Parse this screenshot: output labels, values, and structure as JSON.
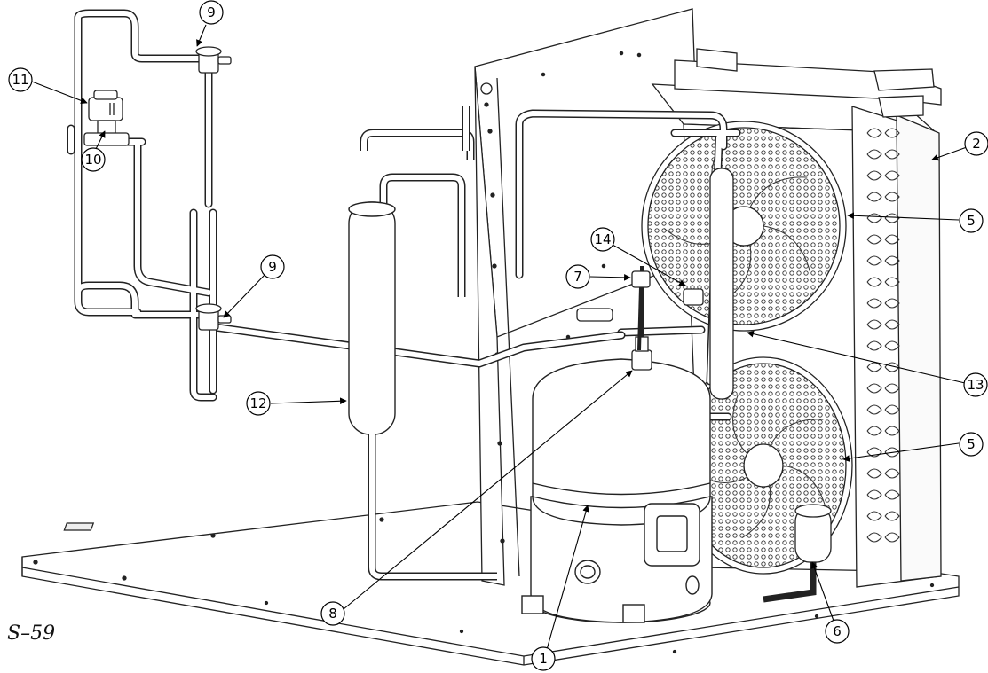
{
  "figure": {
    "label": "S–59"
  },
  "callouts": [
    {
      "id": "callout-9-top",
      "number": "9"
    },
    {
      "id": "callout-11",
      "number": "11"
    },
    {
      "id": "callout-10",
      "number": "10"
    },
    {
      "id": "callout-2",
      "number": "2"
    },
    {
      "id": "callout-5-top",
      "number": "5"
    },
    {
      "id": "callout-14",
      "number": "14"
    },
    {
      "id": "callout-7",
      "number": "7"
    },
    {
      "id": "callout-9-bottom",
      "number": "9"
    },
    {
      "id": "callout-13",
      "number": "13"
    },
    {
      "id": "callout-12",
      "number": "12"
    },
    {
      "id": "callout-5-bottom",
      "number": "5"
    },
    {
      "id": "callout-8",
      "number": "8"
    },
    {
      "id": "callout-1",
      "number": "1"
    },
    {
      "id": "callout-6",
      "number": "6"
    }
  ]
}
